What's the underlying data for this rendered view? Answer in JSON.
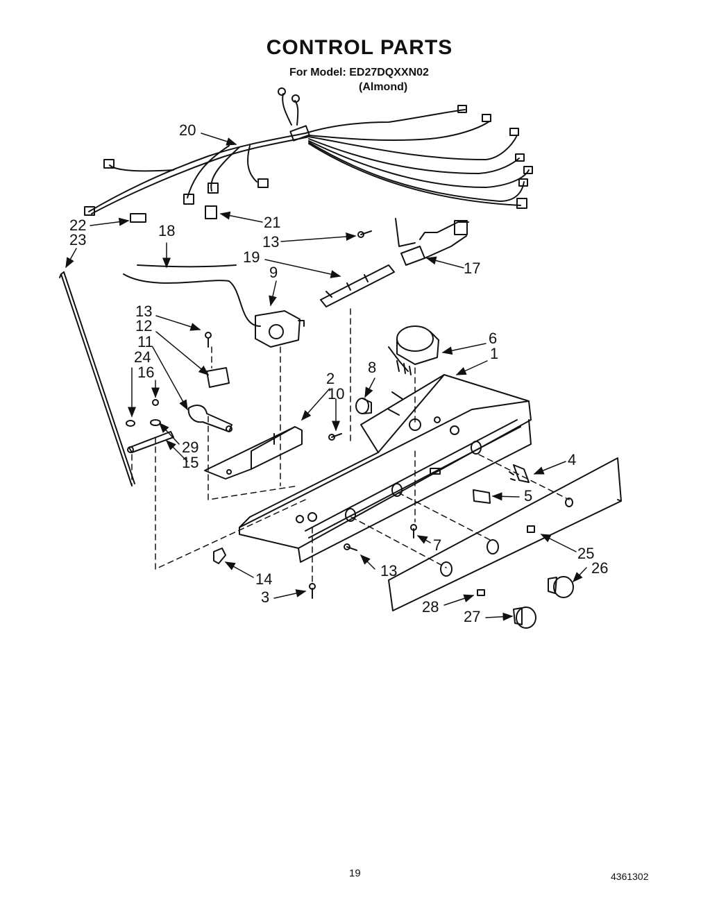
{
  "title": "CONTROL PARTS",
  "model_line": "For Model: ED27DQXXN02",
  "color_line": "(Almond)",
  "page_number": "19",
  "document_number": "4361302",
  "callouts": [
    "1",
    "2",
    "3",
    "4",
    "5",
    "6",
    "7",
    "8",
    "9",
    "10",
    "11",
    "12",
    "13",
    "13",
    "13",
    "14",
    "15",
    "16",
    "17",
    "18",
    "19",
    "20",
    "21",
    "22",
    "23",
    "24",
    "25",
    "26",
    "27",
    "28",
    "29"
  ]
}
